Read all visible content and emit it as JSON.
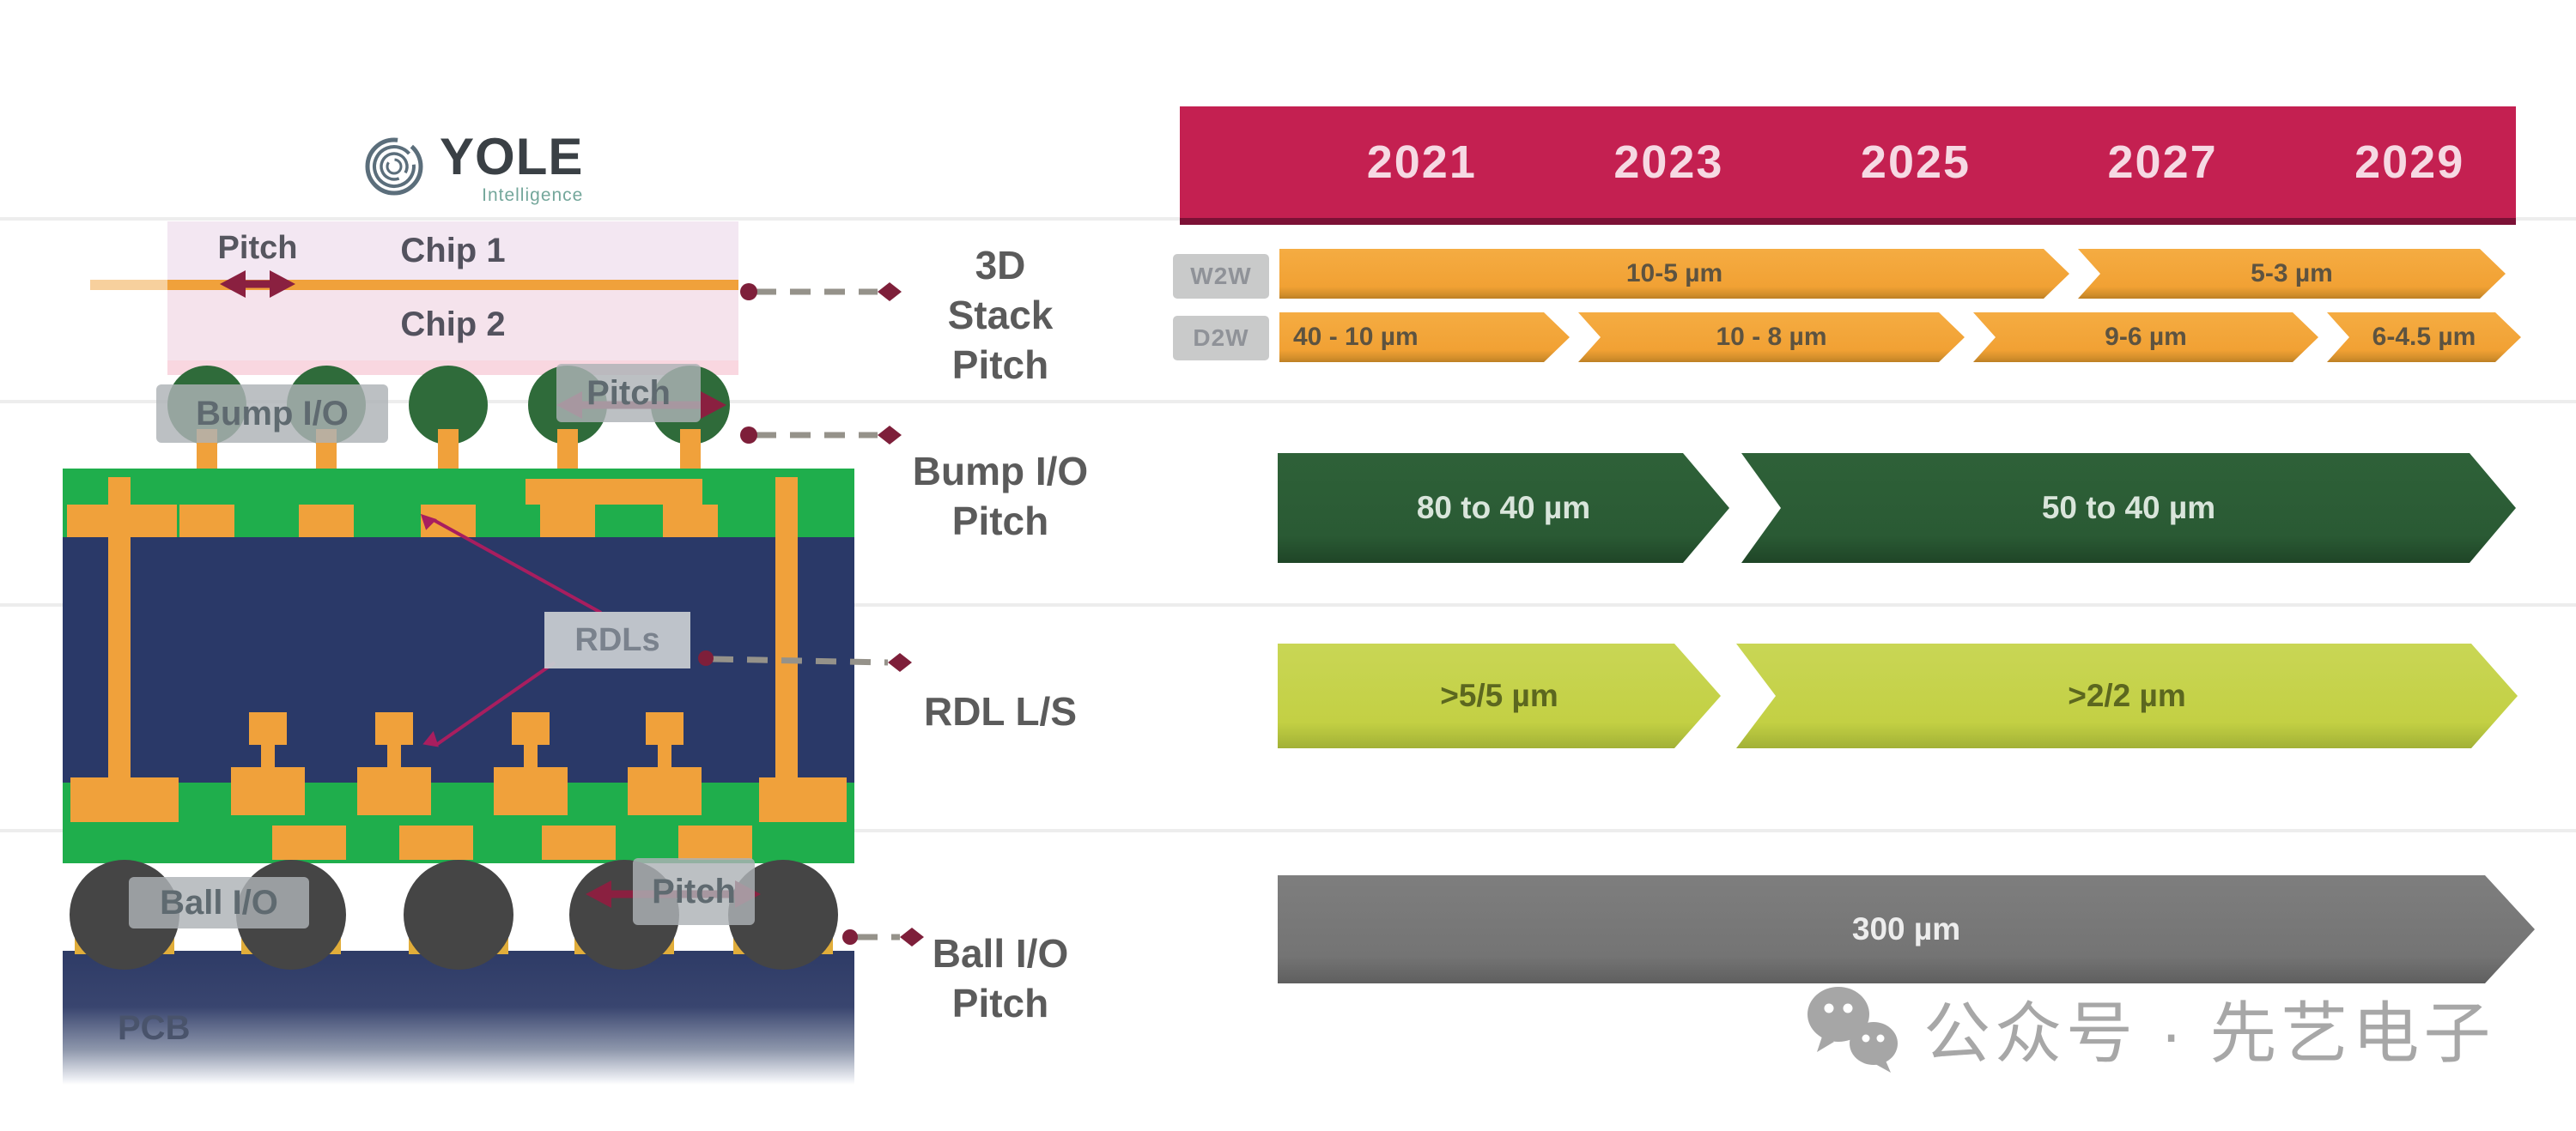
{
  "header": {
    "years": [
      "2021",
      "2023",
      "2025",
      "2027",
      "2029"
    ],
    "bar_color": "#C42051"
  },
  "logo": {
    "title": "YOLE",
    "subtitle": "Intelligence"
  },
  "diagram": {
    "pitch_top_label": "Pitch",
    "chip1_label": "Chip 1",
    "chip2_label": "Chip 2",
    "bump_io_label": "Bump I/O",
    "pitch_mid_label": "Pitch",
    "rdls_label": "RDLs",
    "ball_io_label": "Ball I/O",
    "pitch_bottom_label": "Pitch",
    "pcb_label": "PCB"
  },
  "roadmap": {
    "rows": [
      {
        "id": "3d_stack_pitch",
        "label_lines": [
          "3D",
          "Stack",
          "Pitch"
        ]
      },
      {
        "id": "bump_io_pitch",
        "label_lines": [
          "Bump I/O",
          "Pitch"
        ]
      },
      {
        "id": "rdl_ls",
        "label_lines": [
          "RDL L/S"
        ]
      },
      {
        "id": "ball_io_pitch",
        "label_lines": [
          "Ball I/O",
          "Pitch"
        ]
      }
    ],
    "w2w_tag": "W2W",
    "d2w_tag": "D2W",
    "w2w_segments": [
      {
        "text": "10-5 µm"
      },
      {
        "text": "5-3 µm"
      }
    ],
    "d2w_segments": [
      {
        "text": "40 - 10 µm"
      },
      {
        "text": "10 - 8 µm"
      },
      {
        "text": "9-6 µm"
      },
      {
        "text": "6-4.5 µm"
      }
    ],
    "bump_segments": [
      {
        "text": "80 to 40 µm"
      },
      {
        "text": "50 to 40 µm"
      }
    ],
    "rdl_segments": [
      {
        "text": ">5/5 µm"
      },
      {
        "text": ">2/2 µm"
      }
    ],
    "ball_segments": [
      {
        "text": "300 µm"
      }
    ],
    "colors": {
      "orange": "#F1A134",
      "dark_green": "#2A5A34",
      "lime": "#C3D044",
      "gray": "#747474",
      "marker_red": "#7E1F3A"
    }
  },
  "watermark": {
    "text": "公众号 · 先艺电子"
  }
}
